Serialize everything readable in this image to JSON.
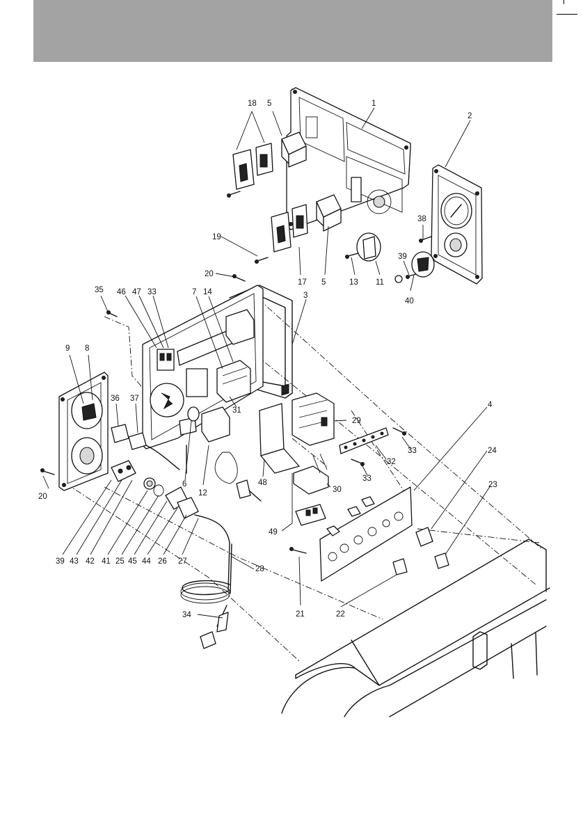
{
  "header": {
    "color": "#a3a3a3"
  },
  "callouts": [
    {
      "id": "c1",
      "label": "1"
    },
    {
      "id": "c2",
      "label": "2"
    },
    {
      "id": "c3",
      "label": "3"
    },
    {
      "id": "c4",
      "label": "4"
    },
    {
      "id": "c5a",
      "label": "5"
    },
    {
      "id": "c5b",
      "label": "5"
    },
    {
      "id": "c6",
      "label": "6"
    },
    {
      "id": "c7",
      "label": "7"
    },
    {
      "id": "c8",
      "label": "8"
    },
    {
      "id": "c9",
      "label": "9"
    },
    {
      "id": "c11",
      "label": "11"
    },
    {
      "id": "c12",
      "label": "12"
    },
    {
      "id": "c13",
      "label": "13"
    },
    {
      "id": "c14",
      "label": "14"
    },
    {
      "id": "c17",
      "label": "17"
    },
    {
      "id": "c18",
      "label": "18"
    },
    {
      "id": "c19",
      "label": "19"
    },
    {
      "id": "c20a",
      "label": "20"
    },
    {
      "id": "c20b",
      "label": "20"
    },
    {
      "id": "c21",
      "label": "21"
    },
    {
      "id": "c22",
      "label": "22"
    },
    {
      "id": "c23",
      "label": "23"
    },
    {
      "id": "c24",
      "label": "24"
    },
    {
      "id": "c25",
      "label": "25"
    },
    {
      "id": "c26",
      "label": "26"
    },
    {
      "id": "c27",
      "label": "27"
    },
    {
      "id": "c28",
      "label": "28"
    },
    {
      "id": "c29",
      "label": "29"
    },
    {
      "id": "c30",
      "label": "30"
    },
    {
      "id": "c31",
      "label": "31"
    },
    {
      "id": "c32",
      "label": "32"
    },
    {
      "id": "c33a",
      "label": "33"
    },
    {
      "id": "c33b",
      "label": "33"
    },
    {
      "id": "c33c",
      "label": "33"
    },
    {
      "id": "c34",
      "label": "34"
    },
    {
      "id": "c35",
      "label": "35"
    },
    {
      "id": "c36",
      "label": "36"
    },
    {
      "id": "c37",
      "label": "37"
    },
    {
      "id": "c38",
      "label": "38"
    },
    {
      "id": "c39a",
      "label": "39"
    },
    {
      "id": "c39b",
      "label": "39"
    },
    {
      "id": "c40",
      "label": "40"
    },
    {
      "id": "c41",
      "label": "41"
    },
    {
      "id": "c42",
      "label": "42"
    },
    {
      "id": "c43",
      "label": "43"
    },
    {
      "id": "c44",
      "label": "44"
    },
    {
      "id": "c45",
      "label": "45"
    },
    {
      "id": "c46",
      "label": "46"
    },
    {
      "id": "c47",
      "label": "47"
    },
    {
      "id": "c48",
      "label": "48"
    },
    {
      "id": "c49",
      "label": "49"
    }
  ]
}
